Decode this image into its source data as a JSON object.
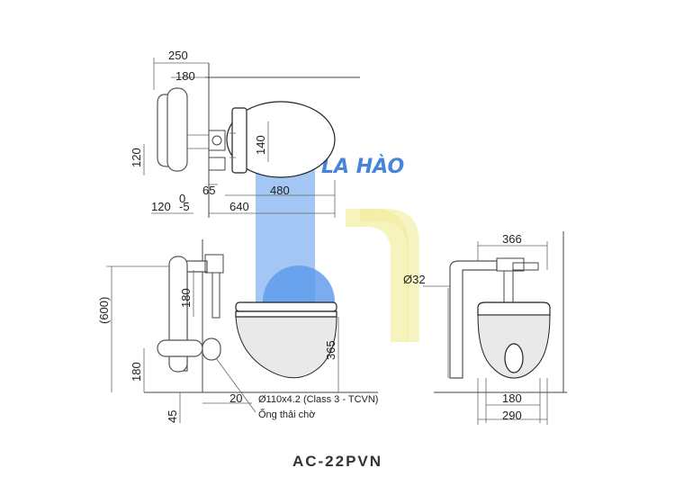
{
  "model": "AC-22PVN",
  "watermark": {
    "text": "LA HÀO",
    "blue": "#3d86e6",
    "yellow": "#f4f0a8"
  },
  "top_view": {
    "dims": {
      "d250": "250",
      "d180": "180",
      "d120v": "120",
      "d140": "140",
      "d65": "65",
      "d480": "480",
      "d120h": "120",
      "d0": "0",
      "d5": "-5",
      "d640": "640"
    }
  },
  "side_view": {
    "dims": {
      "d180a": "180",
      "d365": "365",
      "d180b": "180",
      "d45": "45",
      "d20": "20",
      "d600": "(600)"
    },
    "pipe_label": "Ø110x4.2 (Class 3 - TCVN)",
    "pipe_note": "Ống thải chờ"
  },
  "front_view": {
    "dims": {
      "d366": "366",
      "d32": "Ø32",
      "d180": "180",
      "d290": "290"
    }
  }
}
